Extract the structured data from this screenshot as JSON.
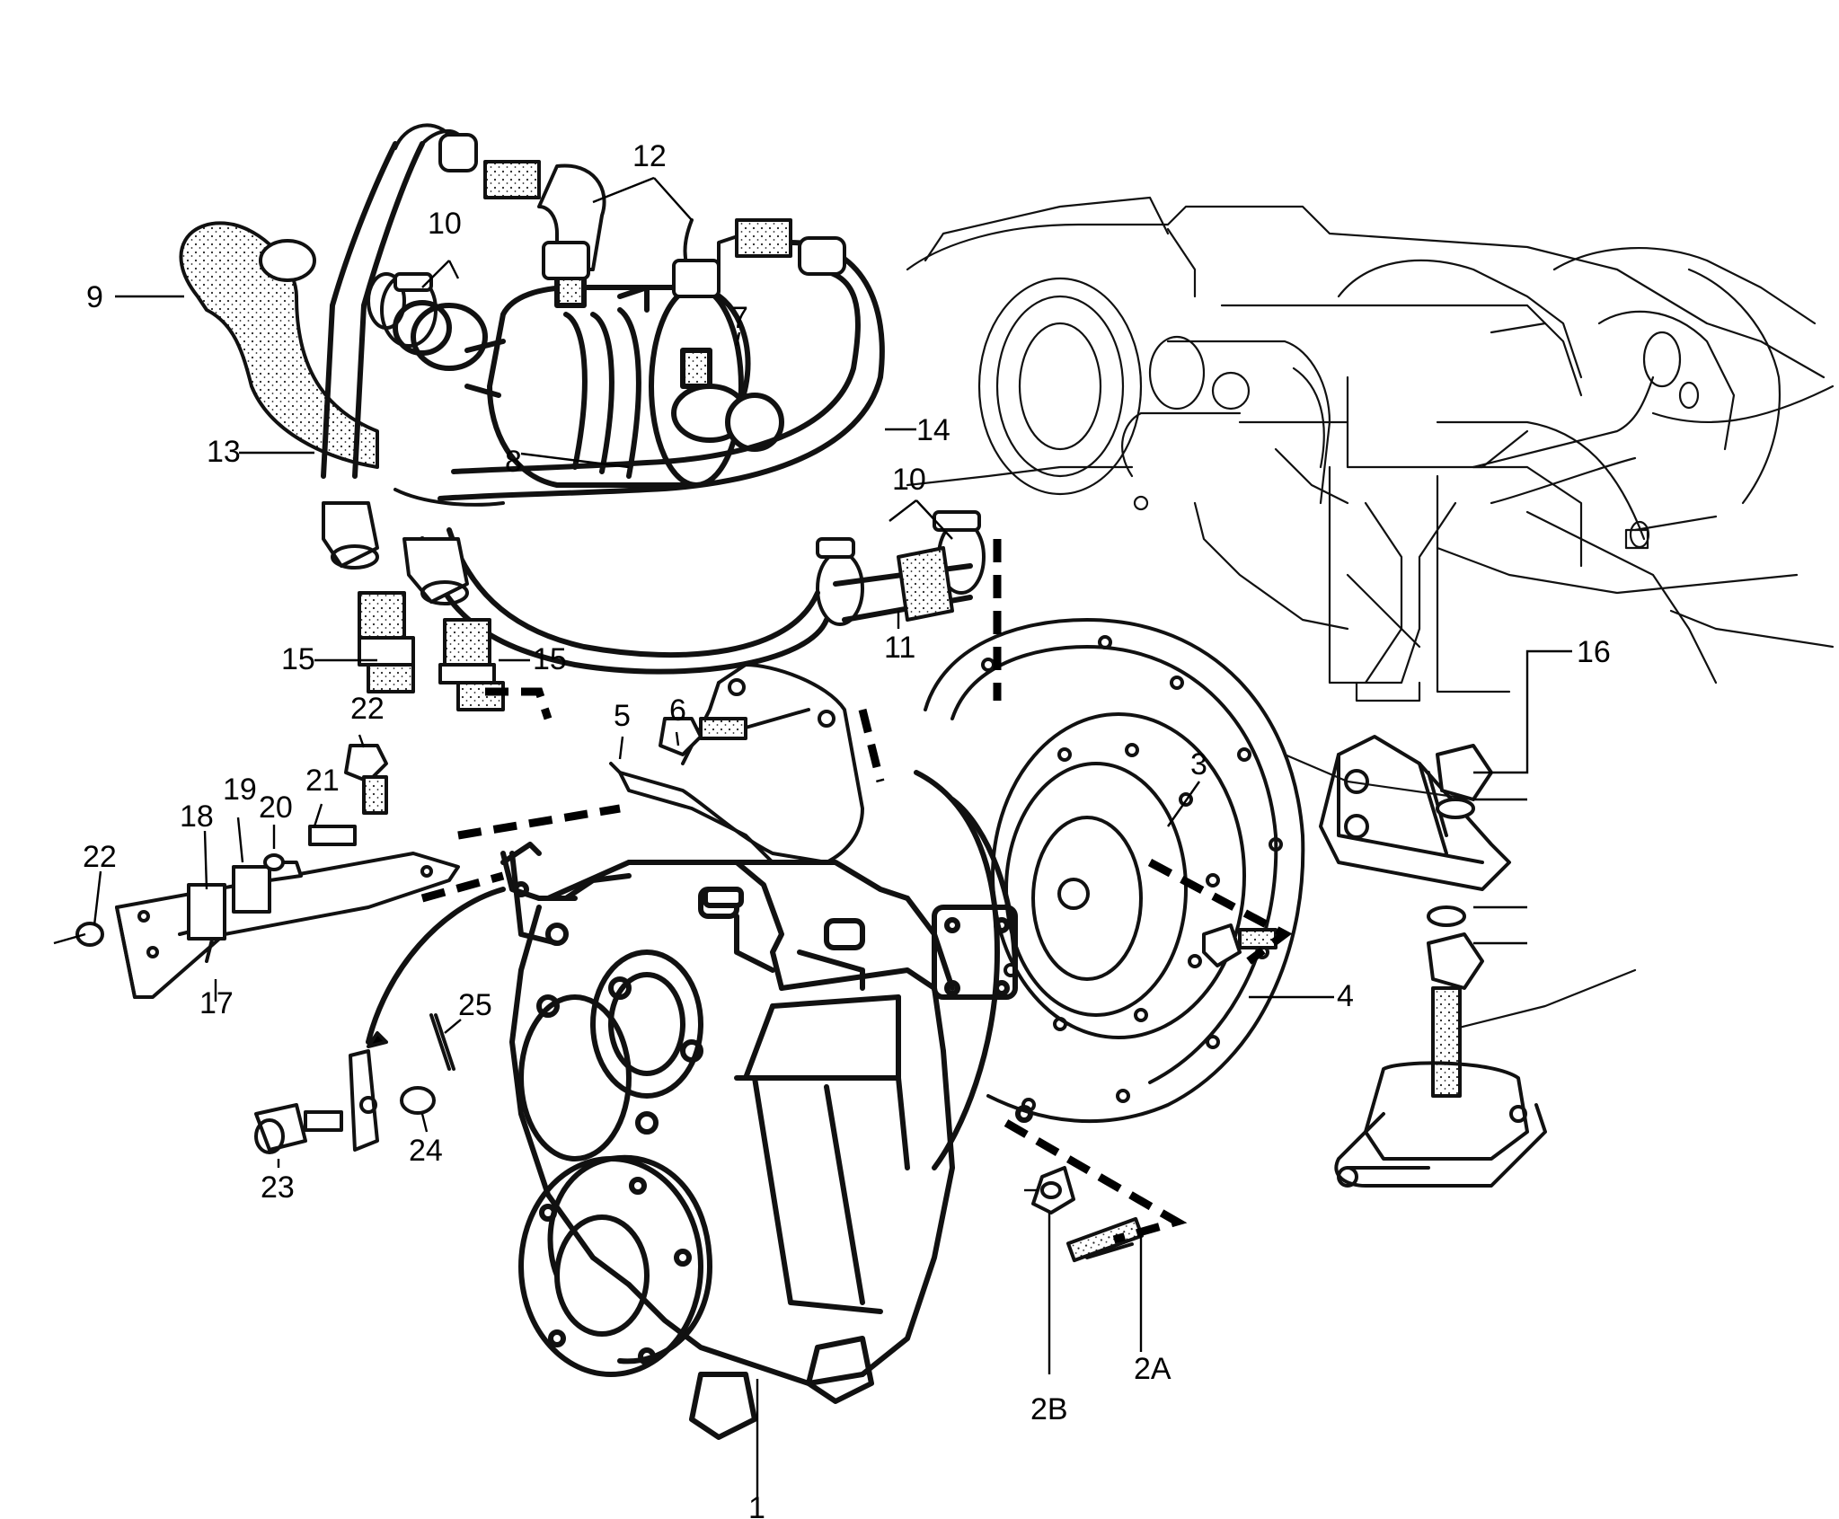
{
  "callouts": {
    "c1": "1",
    "c2a": "2A",
    "c2b": "2B",
    "c3": "3",
    "c4": "4",
    "c5": "5",
    "c6": "6",
    "c7": "7",
    "c8": "8",
    "c9": "9",
    "c10a": "10",
    "c10b": "10",
    "c11": "11",
    "c12": "12",
    "c13": "13",
    "c14": "14",
    "c15a": "15",
    "c15b": "15",
    "c16": "16",
    "c17": "17",
    "c18": "18",
    "c19": "19",
    "c20": "20",
    "c21": "21",
    "c22a": "22",
    "c22b": "22",
    "c23": "23",
    "c24": "24",
    "c25": "25"
  }
}
